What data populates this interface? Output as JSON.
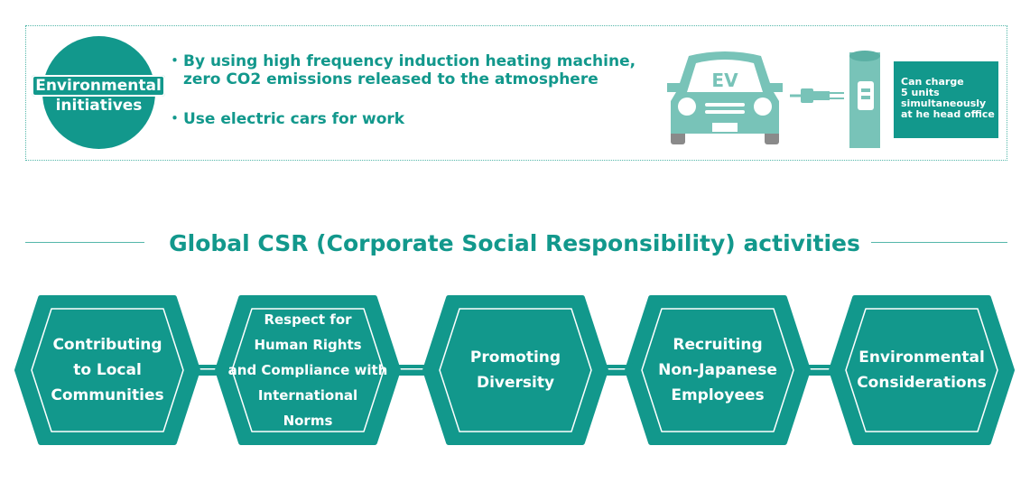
{
  "environment": {
    "badge_line1": "Environmental",
    "badge_line2": "initiatives",
    "bullet_marker": "・",
    "bullet1_line1": "By using high frequency induction heating machine,",
    "bullet1_line2": "zero CO2 emissions released to the atmosphere",
    "bullet2": "Use electric cars for work",
    "car_label": "EV",
    "charge_note_lines": [
      "Can charge",
      "5 units",
      "simultaneously",
      "at he head office"
    ]
  },
  "csr": {
    "title": "Global CSR (Corporate Social Responsibility) activities",
    "items": [
      {
        "lines": [
          "Contributing",
          "to Local",
          "Communities"
        ]
      },
      {
        "lines": [
          "Respect for",
          "Human Rights",
          "and Compliance with",
          "International",
          "Norms"
        ]
      },
      {
        "lines": [
          "Promoting",
          "Diversity"
        ]
      },
      {
        "lines": [
          "Recruiting",
          "Non-Japanese",
          "Employees"
        ]
      },
      {
        "lines": [
          "Environmental",
          "Considerations"
        ]
      }
    ]
  },
  "colors": {
    "teal": "#12988c",
    "light_teal": "#69c4b9",
    "car_teal": "#78c3b8"
  }
}
